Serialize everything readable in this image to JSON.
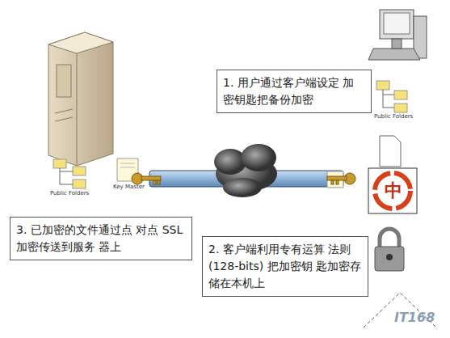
{
  "diagram": {
    "nodes": [
      {
        "text": [
          "1. 用户通过客户端设定 加密钥匙把备份加密"
        ]
      },
      {
        "text": [
          "3. 已加密的文件通过点 对点 SSL 加密传送到服务 器上"
        ]
      },
      {
        "text": [
          "2. 客户端利用专有运算 法则 (128-bits) 把加密钥 匙加密存储在本机上"
        ]
      }
    ],
    "edges": [],
    "labels": [
      "Public Folders",
      "Public Folders",
      "Key Master",
      "中",
      "IT168"
    ]
  }
}
